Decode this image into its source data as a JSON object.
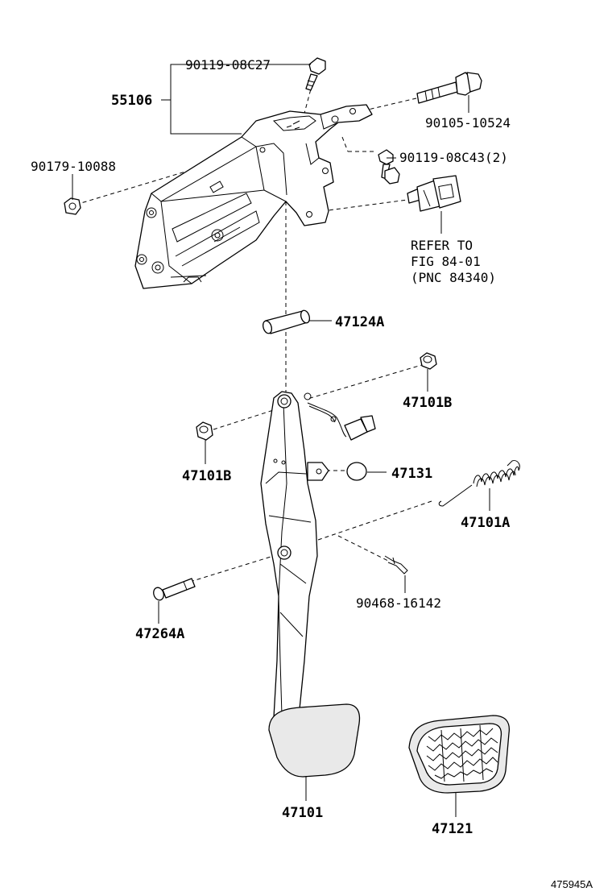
{
  "diagram": {
    "catalog_number": "475945A",
    "labels": {
      "p90119_08C27": "90119-08C27",
      "p55106": "55106",
      "p90105_10524": "90105-10524",
      "p90179_10088": "90179-10088",
      "p90119_08C43": "90119-08C43(2)",
      "refer_line1": "REFER TO",
      "refer_line2": "FIG 84-01",
      "refer_line3": "(PNC 84340)",
      "p47124A": "47124A",
      "p47101B_right": "47101B",
      "p47101B_left": "47101B",
      "p47131": "47131",
      "p47101A": "47101A",
      "p90468_16142": "90468-16142",
      "p47264A": "47264A",
      "p47101": "47101",
      "p47121": "47121"
    }
  }
}
